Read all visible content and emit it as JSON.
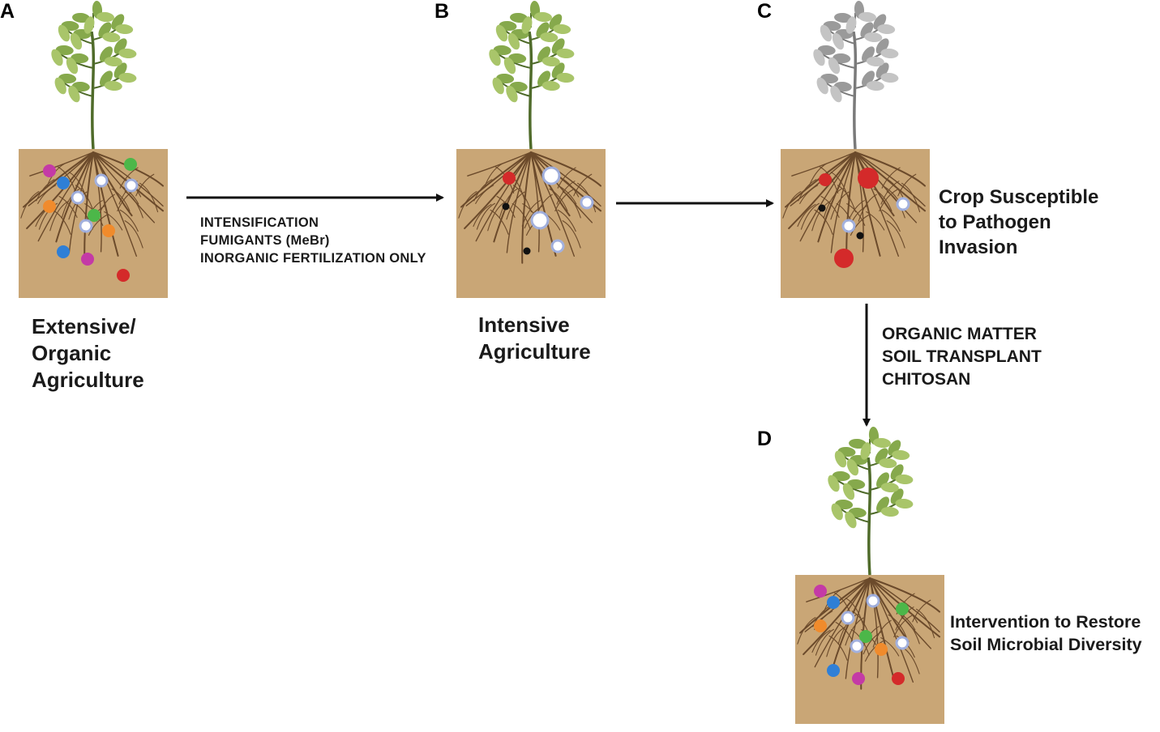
{
  "panels": {
    "A": {
      "letter": "A",
      "caption": [
        "Extensive/",
        "Organic",
        "Agriculture"
      ]
    },
    "B": {
      "letter": "B",
      "caption": [
        "Intensive",
        "Agriculture"
      ]
    },
    "C": {
      "letter": "C",
      "caption": [
        "Crop Susceptible",
        "to Pathogen",
        "Invasion"
      ]
    },
    "D": {
      "letter": "D",
      "caption": [
        "Intervention to Restore",
        "Soil Microbial Diversity"
      ]
    }
  },
  "arrows": {
    "a_to_b": [
      "INTENSIFICATION",
      "FUMIGANTS (MeBr)",
      "INORGANIC FERTILIZATION ONLY"
    ],
    "b_to_c": [],
    "c_to_d": [
      "ORGANIC MATTER",
      "SOIL TRANSPLANT",
      "CHITOSAN"
    ]
  },
  "colors": {
    "soil": "#c9a676",
    "root": "#6b4a2b",
    "leaf": "#86a94c",
    "leaf_light": "#a9c56a",
    "leaf_grey": "#9a9a9a",
    "leaf_grey_light": "#c4c4c4",
    "microbes": {
      "magenta": "#c43aa6",
      "blue": "#2f7fd6",
      "white": "#ffffff",
      "green": "#4cb749",
      "orange": "#f08b2c",
      "red": "#d42a2a",
      "black": "#111111"
    }
  }
}
